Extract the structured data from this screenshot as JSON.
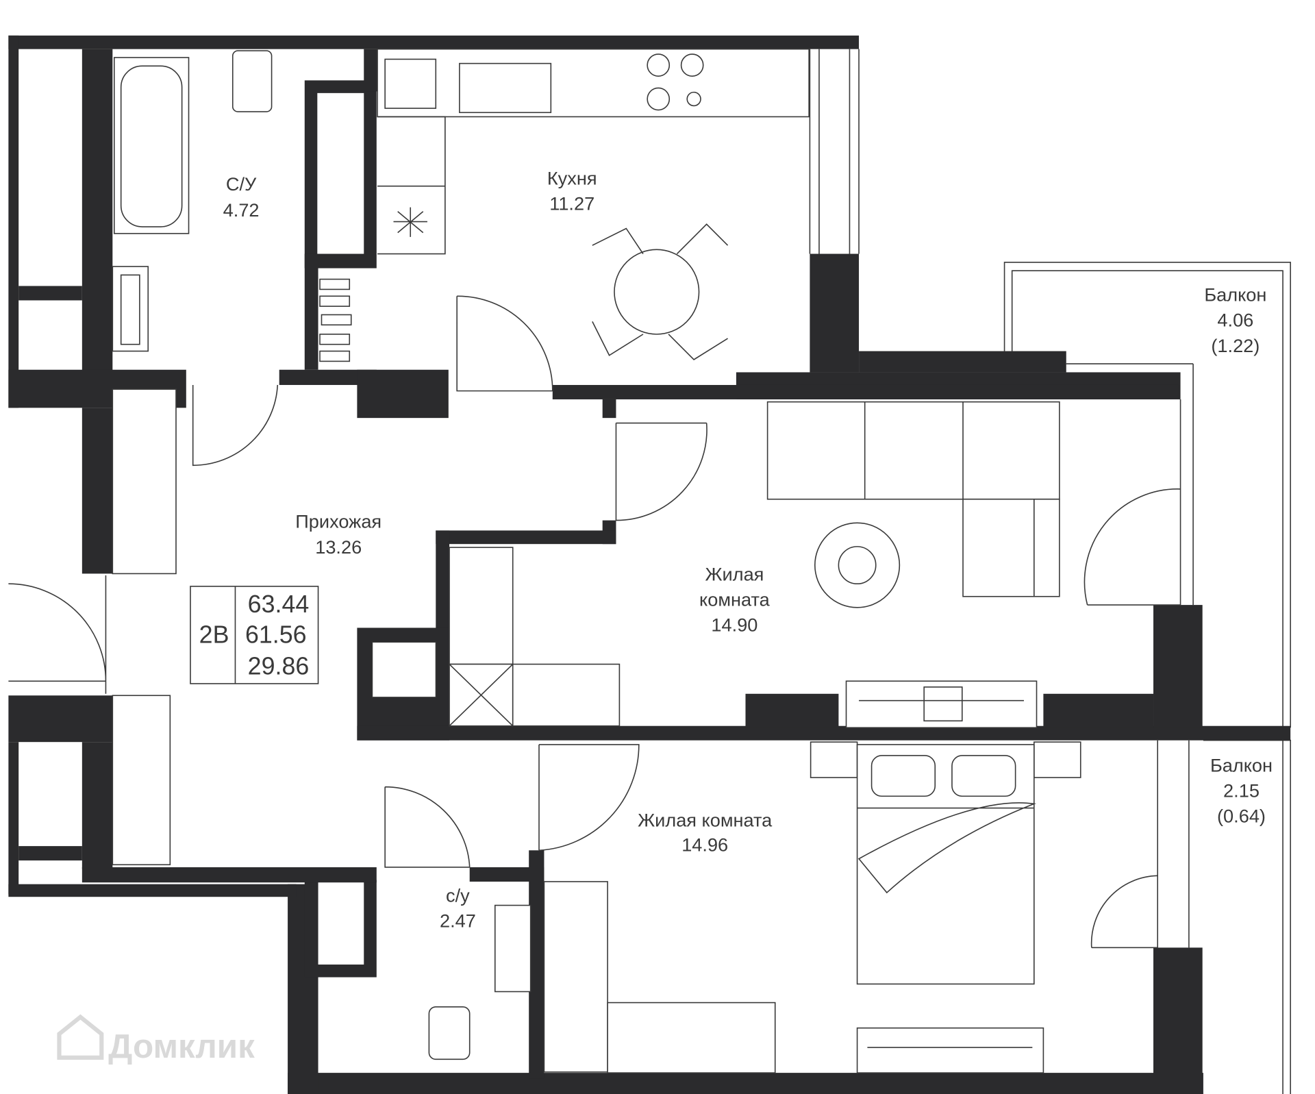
{
  "rooms": {
    "bathroom": {
      "name": "С/У",
      "area": "4.72"
    },
    "kitchen": {
      "name": "Кухня",
      "area": "11.27"
    },
    "balcony1": {
      "name": "Балкон",
      "area": "4.06",
      "reduced": "(1.22)"
    },
    "hallway": {
      "name": "Прихожая",
      "area": "13.26"
    },
    "living1": {
      "name1": "Жилая",
      "name2": "комната",
      "area": "14.90"
    },
    "balcony2": {
      "name": "Балкон",
      "area": "2.15",
      "reduced": "(0.64)"
    },
    "living2": {
      "name": "Жилая комната",
      "area": "14.96"
    },
    "wc": {
      "name": "с/у",
      "area": "2.47"
    }
  },
  "summary": {
    "type": "2В",
    "total": "63.44",
    "living_total": "61.56",
    "living": "29.86"
  },
  "watermark": "Домклик",
  "colors": {
    "wall": "#2b2b2d",
    "line": "#3a3a3a"
  }
}
